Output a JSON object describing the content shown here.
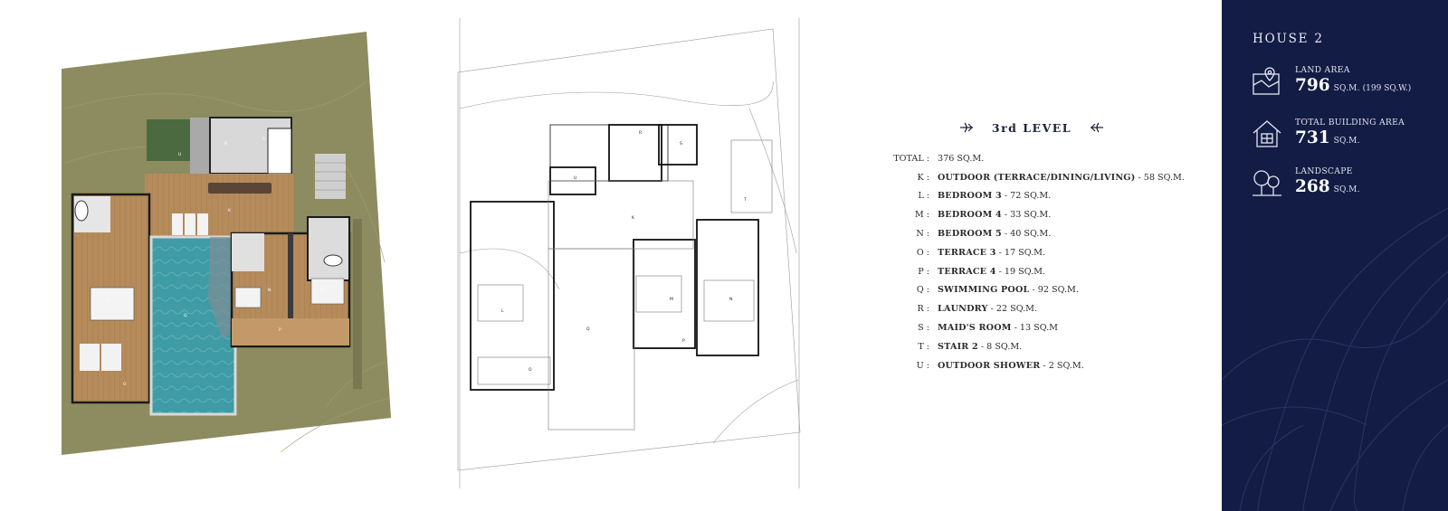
{
  "house": {
    "title": "HOUSE 2"
  },
  "stats": [
    {
      "label": "LAND AREA",
      "value": "796",
      "unit": "SQ.M.",
      "extra": "(199 SQ.W.)",
      "icon": "map-pin-icon"
    },
    {
      "label": "TOTAL BUILDING AREA",
      "value": "731",
      "unit": "SQ.M.",
      "extra": "",
      "icon": "house-icon"
    },
    {
      "label": "LANDSCAPE",
      "value": "268",
      "unit": "SQ.M.",
      "extra": "",
      "icon": "trees-icon"
    }
  ],
  "schedule": {
    "level_title": "3rd LEVEL",
    "rows": [
      {
        "code": "TOTAL :",
        "name": "",
        "area": "376 SQ.M."
      },
      {
        "code": "K :",
        "name": "OUTDOOR (TERRACE/DINING/LIVING)",
        "area": "- 58 SQ.M."
      },
      {
        "code": "L :",
        "name": "BEDROOM 3",
        "area": "- 72 SQ.M."
      },
      {
        "code": "M :",
        "name": "BEDROOM 4",
        "area": "- 33 SQ.M."
      },
      {
        "code": "N :",
        "name": "BEDROOM 5",
        "area": "- 40 SQ.M."
      },
      {
        "code": "O :",
        "name": "TERRACE 3",
        "area": "- 17 SQ.M."
      },
      {
        "code": "P :",
        "name": "TERRACE 4",
        "area": "- 19 SQ.M."
      },
      {
        "code": "Q :",
        "name": "SWIMMING POOL",
        "area": "- 92 SQ.M."
      },
      {
        "code": "R :",
        "name": "LAUNDRY",
        "area": "- 22 SQ.M."
      },
      {
        "code": "S :",
        "name": "MAID'S ROOM",
        "area": "- 13 SQ.M"
      },
      {
        "code": "T :",
        "name": "STAIR 2",
        "area": "- 8 SQ.M."
      },
      {
        "code": "U :",
        "name": "OUTDOOR SHOWER",
        "area": "- 2 SQ.M."
      }
    ]
  },
  "plan_labels": {
    "render": [
      "U",
      "R",
      "S",
      "K",
      "L",
      "Q",
      "N",
      "M",
      "P",
      "O"
    ],
    "drawing": [
      "R",
      "S",
      "U",
      "K",
      "T",
      "L",
      "M",
      "N",
      "Q",
      "P",
      "O"
    ]
  },
  "colors": {
    "panel_bg": "#131c44",
    "grass": "#8b8b5e",
    "pool": "#3d9aa3",
    "wood": "#b58a5c",
    "text_dark": "#1e2235"
  }
}
